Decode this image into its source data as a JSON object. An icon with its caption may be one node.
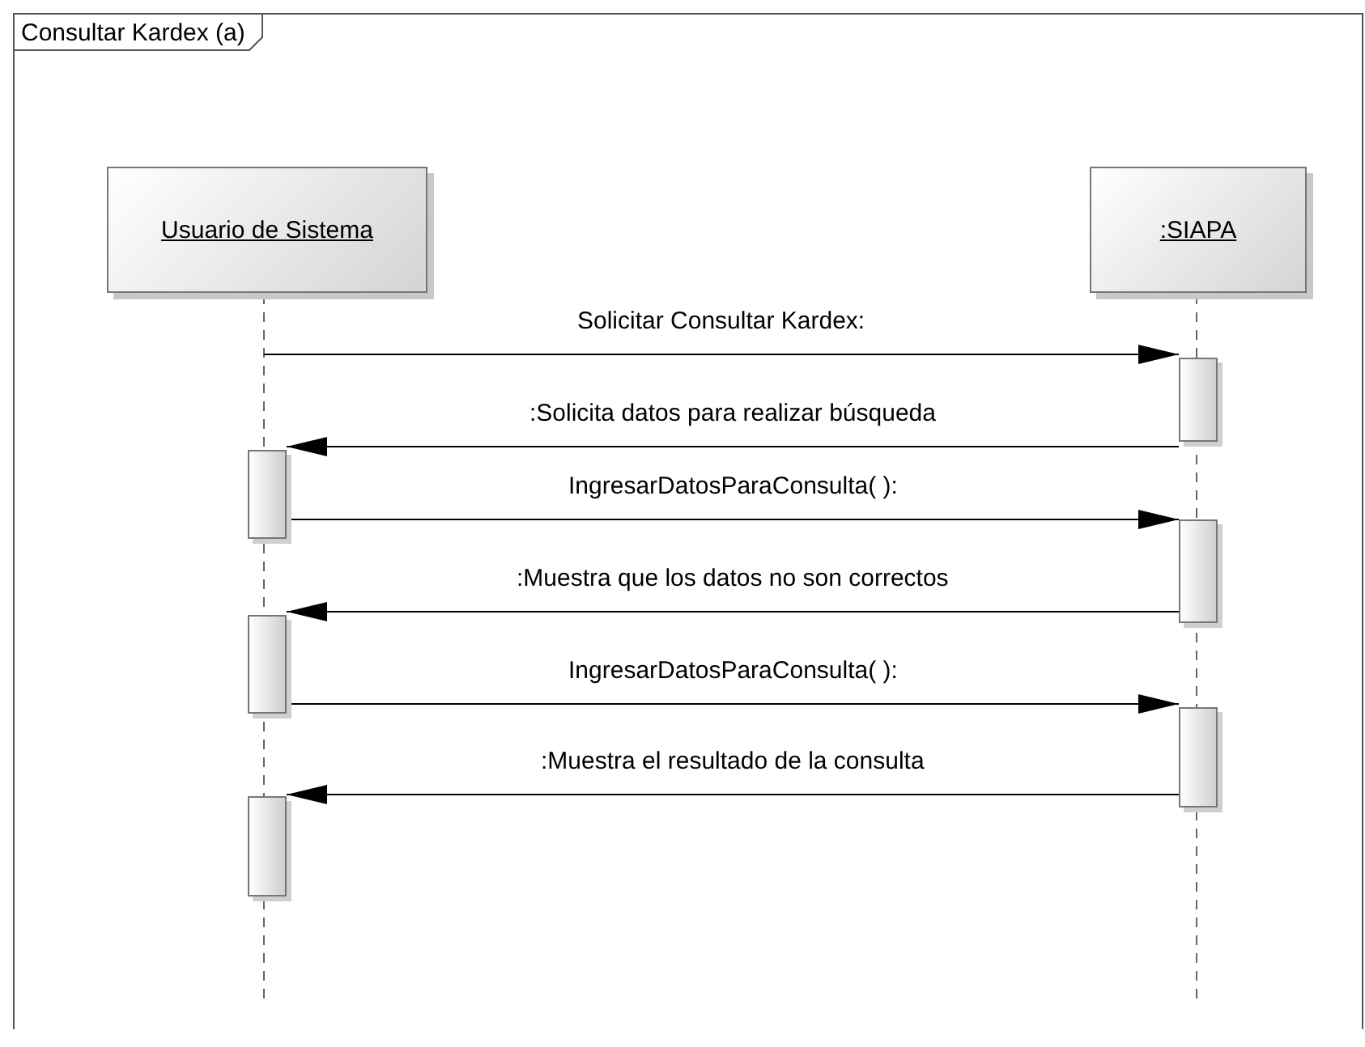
{
  "diagram": {
    "nodes": [
      {
        "text": [
          "Consultar Kardex (a)"
        ]
      },
      {
        "text": [
          "Usuario de Sistema"
        ],
        "in": 0
      },
      {
        "text": [
          ":SIAPA"
        ],
        "in": 0
      },
      {
        "text": [],
        "shape": "bar",
        "in": 0
      },
      {
        "text": [],
        "shape": "bar",
        "in": 0
      },
      {
        "text": [],
        "shape": "bar",
        "in": 0
      },
      {
        "text": [],
        "shape": "bar",
        "in": 0
      },
      {
        "text": [],
        "shape": "bar",
        "in": 0
      },
      {
        "text": [],
        "shape": "bar",
        "in": 0
      }
    ],
    "edges": [
      {
        "from": null,
        "to": 3,
        "arrow": "to",
        "label": "Solicitar Consultar Kardex:"
      },
      {
        "from": 3,
        "to": 4,
        "arrow": "to",
        "label": ":Solicita datos para realizar búsqueda"
      },
      {
        "from": 4,
        "to": 5,
        "arrow": "to",
        "label": "IngresarDatosParaConsulta( ):"
      },
      {
        "from": 5,
        "to": 6,
        "arrow": "to",
        "label": ":Muestra que los datos no son correctos"
      },
      {
        "from": 6,
        "to": 7,
        "arrow": "to",
        "label": "IngresarDatosParaConsulta( ):"
      },
      {
        "from": 7,
        "to": 8,
        "arrow": "to",
        "label": ":Muestra el resultado de la consulta"
      }
    ]
  }
}
